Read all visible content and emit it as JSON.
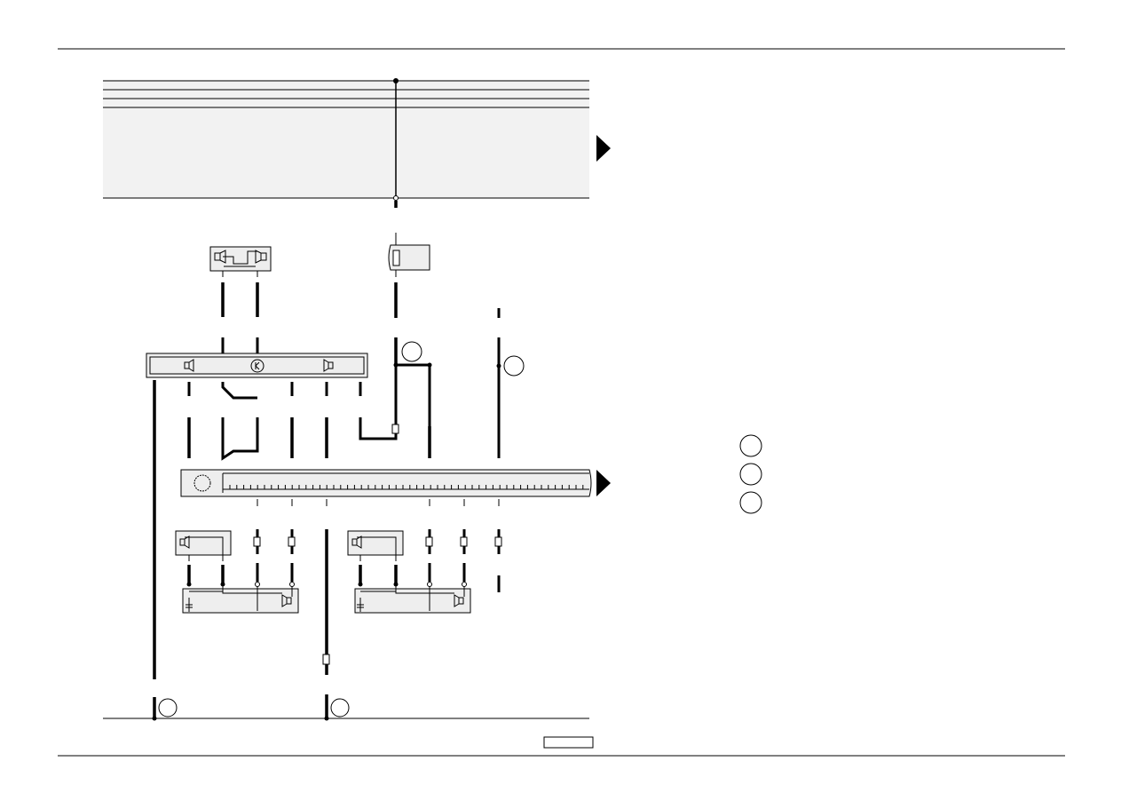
{
  "sheet": {
    "header_text": "",
    "footer_page_ref": ""
  },
  "diagram": {
    "continuation_arrows": [
      "top-right",
      "middle-right"
    ],
    "ground_points": [
      {
        "label": ""
      },
      {
        "label": ""
      }
    ],
    "node_circles": [
      {
        "label": ""
      },
      {
        "label": ""
      }
    ],
    "components": [
      {
        "kind": "speaker-pair-top",
        "label": ""
      },
      {
        "kind": "fuse-holder",
        "label": ""
      },
      {
        "kind": "radio-unit",
        "label": ""
      },
      {
        "kind": "connector-strip",
        "label": ""
      },
      {
        "kind": "speaker-left-upper",
        "label": ""
      },
      {
        "kind": "speaker-left-lower",
        "label": ""
      },
      {
        "kind": "speaker-right-upper",
        "label": ""
      },
      {
        "kind": "speaker-right-lower",
        "label": ""
      }
    ]
  },
  "legend": {
    "entries": [
      {
        "symbol": "circle",
        "text": ""
      },
      {
        "symbol": "circle",
        "text": ""
      },
      {
        "symbol": "circle",
        "text": ""
      }
    ]
  },
  "colors": {
    "line": "#000000",
    "panel_fill": "#f2f2f2",
    "component_fill": "#eeeeee"
  }
}
